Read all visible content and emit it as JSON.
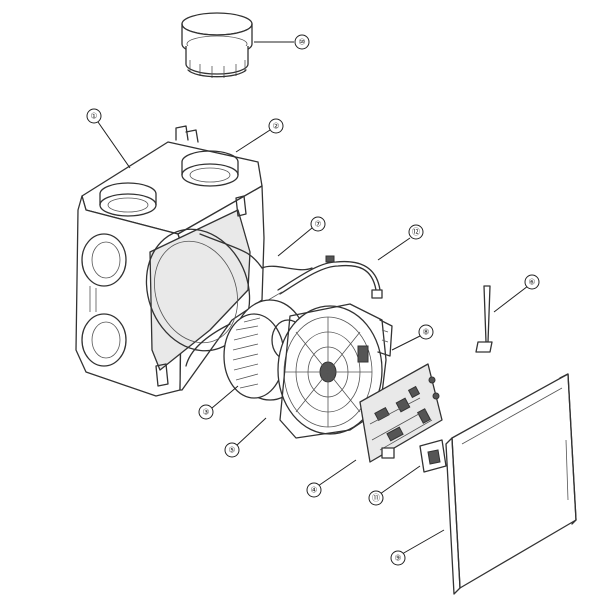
{
  "diagram": {
    "kind": "exploded parts view",
    "parts": [
      {
        "id": "housing",
        "icon": "housing-icon",
        "callout": "①"
      },
      {
        "id": "duct-collar",
        "icon": "duct-collar-icon",
        "callout": "②"
      },
      {
        "id": "fan-impeller",
        "icon": "impeller-icon",
        "callout": "③"
      },
      {
        "id": "control-board",
        "icon": "circuit-board-icon",
        "callout": "④"
      },
      {
        "id": "fan-guard",
        "icon": "fan-guard-icon",
        "callout": "⑤"
      },
      {
        "id": "antenna",
        "icon": "antenna-icon",
        "callout": "⑥"
      },
      {
        "id": "cable",
        "icon": "cable-icon",
        "callout": "⑦"
      },
      {
        "id": "motor-mount",
        "icon": "motor-mount-icon",
        "callout": "⑧"
      },
      {
        "id": "front-cover",
        "icon": "front-cover-icon",
        "callout": "⑨"
      },
      {
        "id": "spigot",
        "icon": "spigot-icon",
        "callout": "⑩"
      },
      {
        "id": "connector",
        "icon": "connector-icon",
        "callout": "⑪"
      },
      {
        "id": "wire-harness",
        "icon": "wire-harness-icon",
        "callout": "⑫"
      }
    ]
  },
  "colors": {
    "line": "#333333",
    "background": "#ffffff",
    "shade": "#e9e9e9"
  }
}
